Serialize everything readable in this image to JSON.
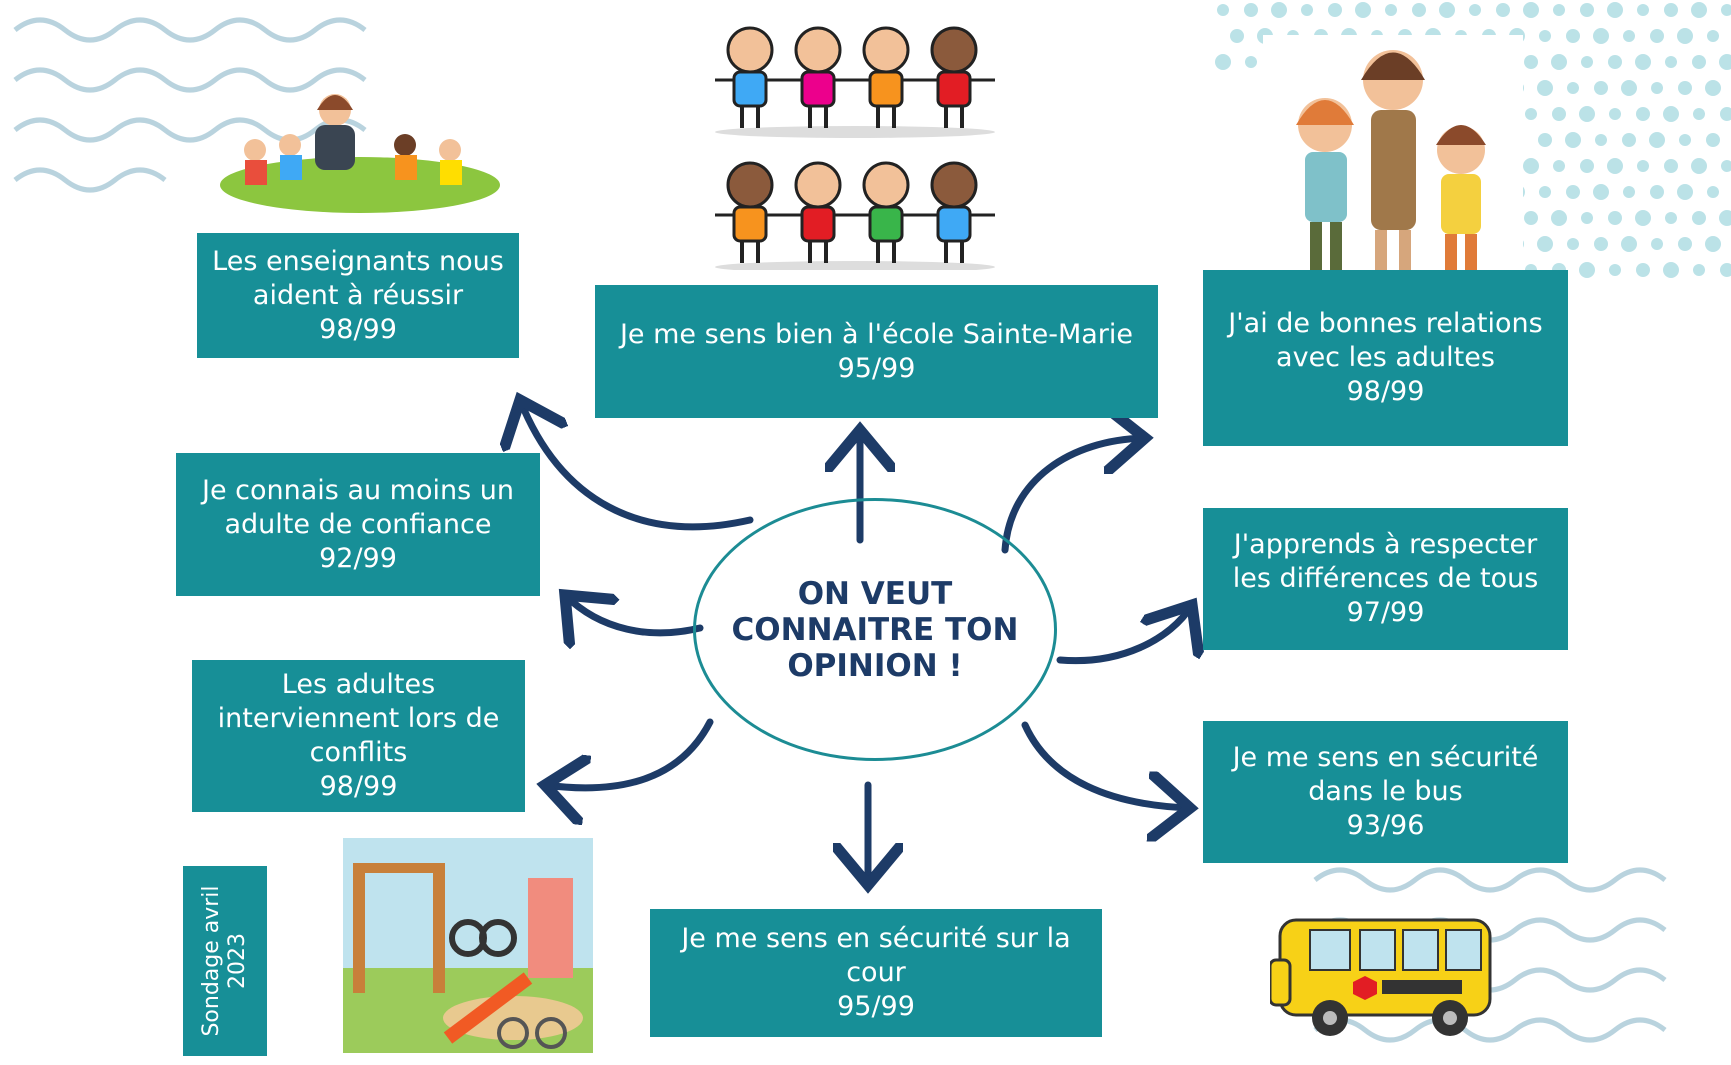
{
  "center": {
    "title": "ON VEUT\nCONNAITRE TON\nOPINION !"
  },
  "boxes": {
    "teachers": {
      "statement": "Les enseignants nous aident à réussir",
      "score": "98/99"
    },
    "wellbeing": {
      "statement": "Je me sens bien à l'école Sainte-Marie",
      "score": "95/99"
    },
    "relations": {
      "statement": "J'ai de bonnes relations avec les adultes",
      "score": "98/99"
    },
    "trusted_adult": {
      "statement": "Je connais au moins un adulte de confiance",
      "score": "92/99"
    },
    "differences": {
      "statement": "J'apprends à respecter les différences de tous",
      "score": "97/99"
    },
    "conflicts": {
      "statement": "Les adultes interviennent lors de conflits",
      "score": "98/99"
    },
    "bus": {
      "statement": "Je me sens en sécurité dans le bus",
      "score": "93/96"
    },
    "playground": {
      "statement": "Je me sens en sécurité sur la cour",
      "score": "95/99"
    }
  },
  "survey_label": "Sondage avril\n2023",
  "colors": {
    "box": "#178f97",
    "arrow": "#1d3b67",
    "ring": "#1c8c94",
    "wave": "#b9d3de",
    "dots": "#9fd6de"
  },
  "illustrations": {
    "top_left": "teacher-reading-to-kids-illustration",
    "top_center": "children-holding-hands-illustration",
    "top_right": "teacher-with-children-illustration",
    "bottom_left": "playground-illustration",
    "bottom_right": "school-bus-illustration"
  }
}
